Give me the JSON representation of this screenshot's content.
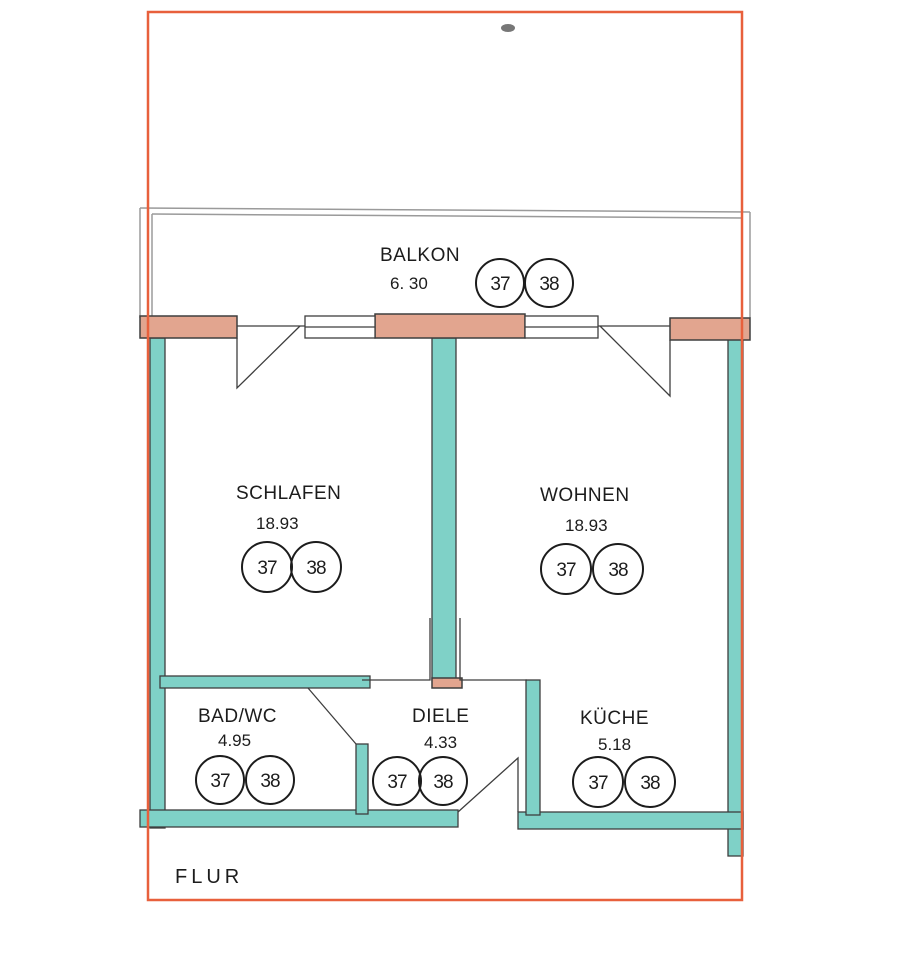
{
  "frame": {
    "color": "#e8603c"
  },
  "colors": {
    "wall": "#7fd1c7",
    "wall_stroke": "#3e3e3e",
    "beam": "#e2a58f"
  },
  "rooms": [
    {
      "id": "balkon",
      "name": "BALKON",
      "area": "6. 30",
      "units": [
        "37",
        "38"
      ]
    },
    {
      "id": "schlafen",
      "name": "SCHLAFEN",
      "area": "18.93",
      "units": [
        "37",
        "38"
      ]
    },
    {
      "id": "wohnen",
      "name": "WOHNEN",
      "area": "18.93",
      "units": [
        "37",
        "38"
      ]
    },
    {
      "id": "bad",
      "name": "BAD/WC",
      "area": "4.95",
      "units": [
        "37",
        "38"
      ]
    },
    {
      "id": "diele",
      "name": "DIELE",
      "area": "4.33",
      "units": [
        "37",
        "38"
      ]
    },
    {
      "id": "kueche",
      "name": "KÜCHE",
      "area": "5.18",
      "units": [
        "37",
        "38"
      ]
    }
  ],
  "labels": {
    "flur": "FLUR"
  }
}
